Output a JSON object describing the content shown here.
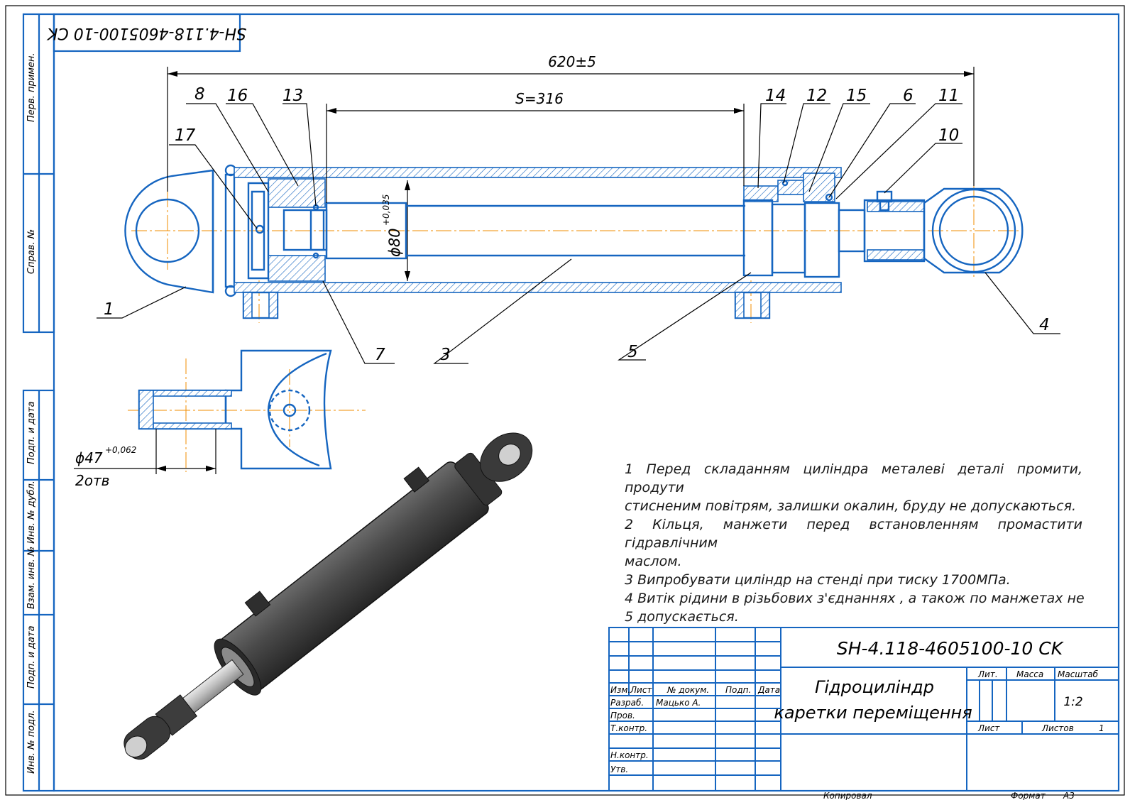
{
  "stamp": {
    "code_rotated": "SH-4.118-4605100-10 CK"
  },
  "dimensions": {
    "overall_length": "620±5",
    "stroke": "S=316",
    "bore": "ϕ80",
    "bore_tol": "+0,035",
    "port": "ϕ47",
    "port_tol": "+0,062",
    "port_count": "2отв"
  },
  "callouts": [
    "1",
    "3",
    "4",
    "5",
    "6",
    "7",
    "8",
    "10",
    "11",
    "12",
    "13",
    "14",
    "15",
    "16",
    "17"
  ],
  "side_labels": {
    "perv_primen": "Перв. примен.",
    "sprav": "Справ. №",
    "podp_data_1": "Подп. и дата",
    "inv_dubl": "Инв. № дубл.",
    "vzam_inv": "Взам. инв. №",
    "podp_data_2": "Подп. и дата",
    "inv_podl": "Инв. № подл."
  },
  "notes": {
    "n1a": "1 Перед складанням циліндра металеві деталі промити, продути",
    "n1b": "стисненим повітрям, залишки окалин, бруду не допускаються.",
    "n2a": "2 Кільця, манжети перед встановленням промастити гідравлічним",
    "n2b": "маслом.",
    "n3": "3 Випробувати циліндр на стенді при тиску 1700МПа.",
    "n4": "4 Витік рідини в різьбових з'єднаннях , а також по манжетах не",
    "n5": "5 допускається."
  },
  "title_block": {
    "designation": "SH-4.118-4605100-10 CK",
    "name_line1": "Гідроциліндр",
    "name_line2": "каретки переміщення",
    "col_izm": "Изм.",
    "col_list": "Лист",
    "col_docnum": "№ докум.",
    "col_podp": "Подп.",
    "col_data": "Дата",
    "row_razrab": "Разраб.",
    "razrab_name": "Мацько А.",
    "row_prov": "Пров.",
    "row_tkontr": "Т.контр.",
    "row_nkontr": "Н.контр.",
    "row_utv": "Утв.",
    "lit": "Лит.",
    "massa": "Масса",
    "masshtab": "Масштаб",
    "scale_value": "1:2",
    "list_label": "Лист",
    "listov_label": "Листов",
    "listov_value": "1",
    "kopiroval": "Копировал",
    "format_label": "Формат",
    "format_value": "А3"
  },
  "colors": {
    "line": "#1565c0",
    "center": "#f08c00",
    "render": "#3a3a3a"
  }
}
